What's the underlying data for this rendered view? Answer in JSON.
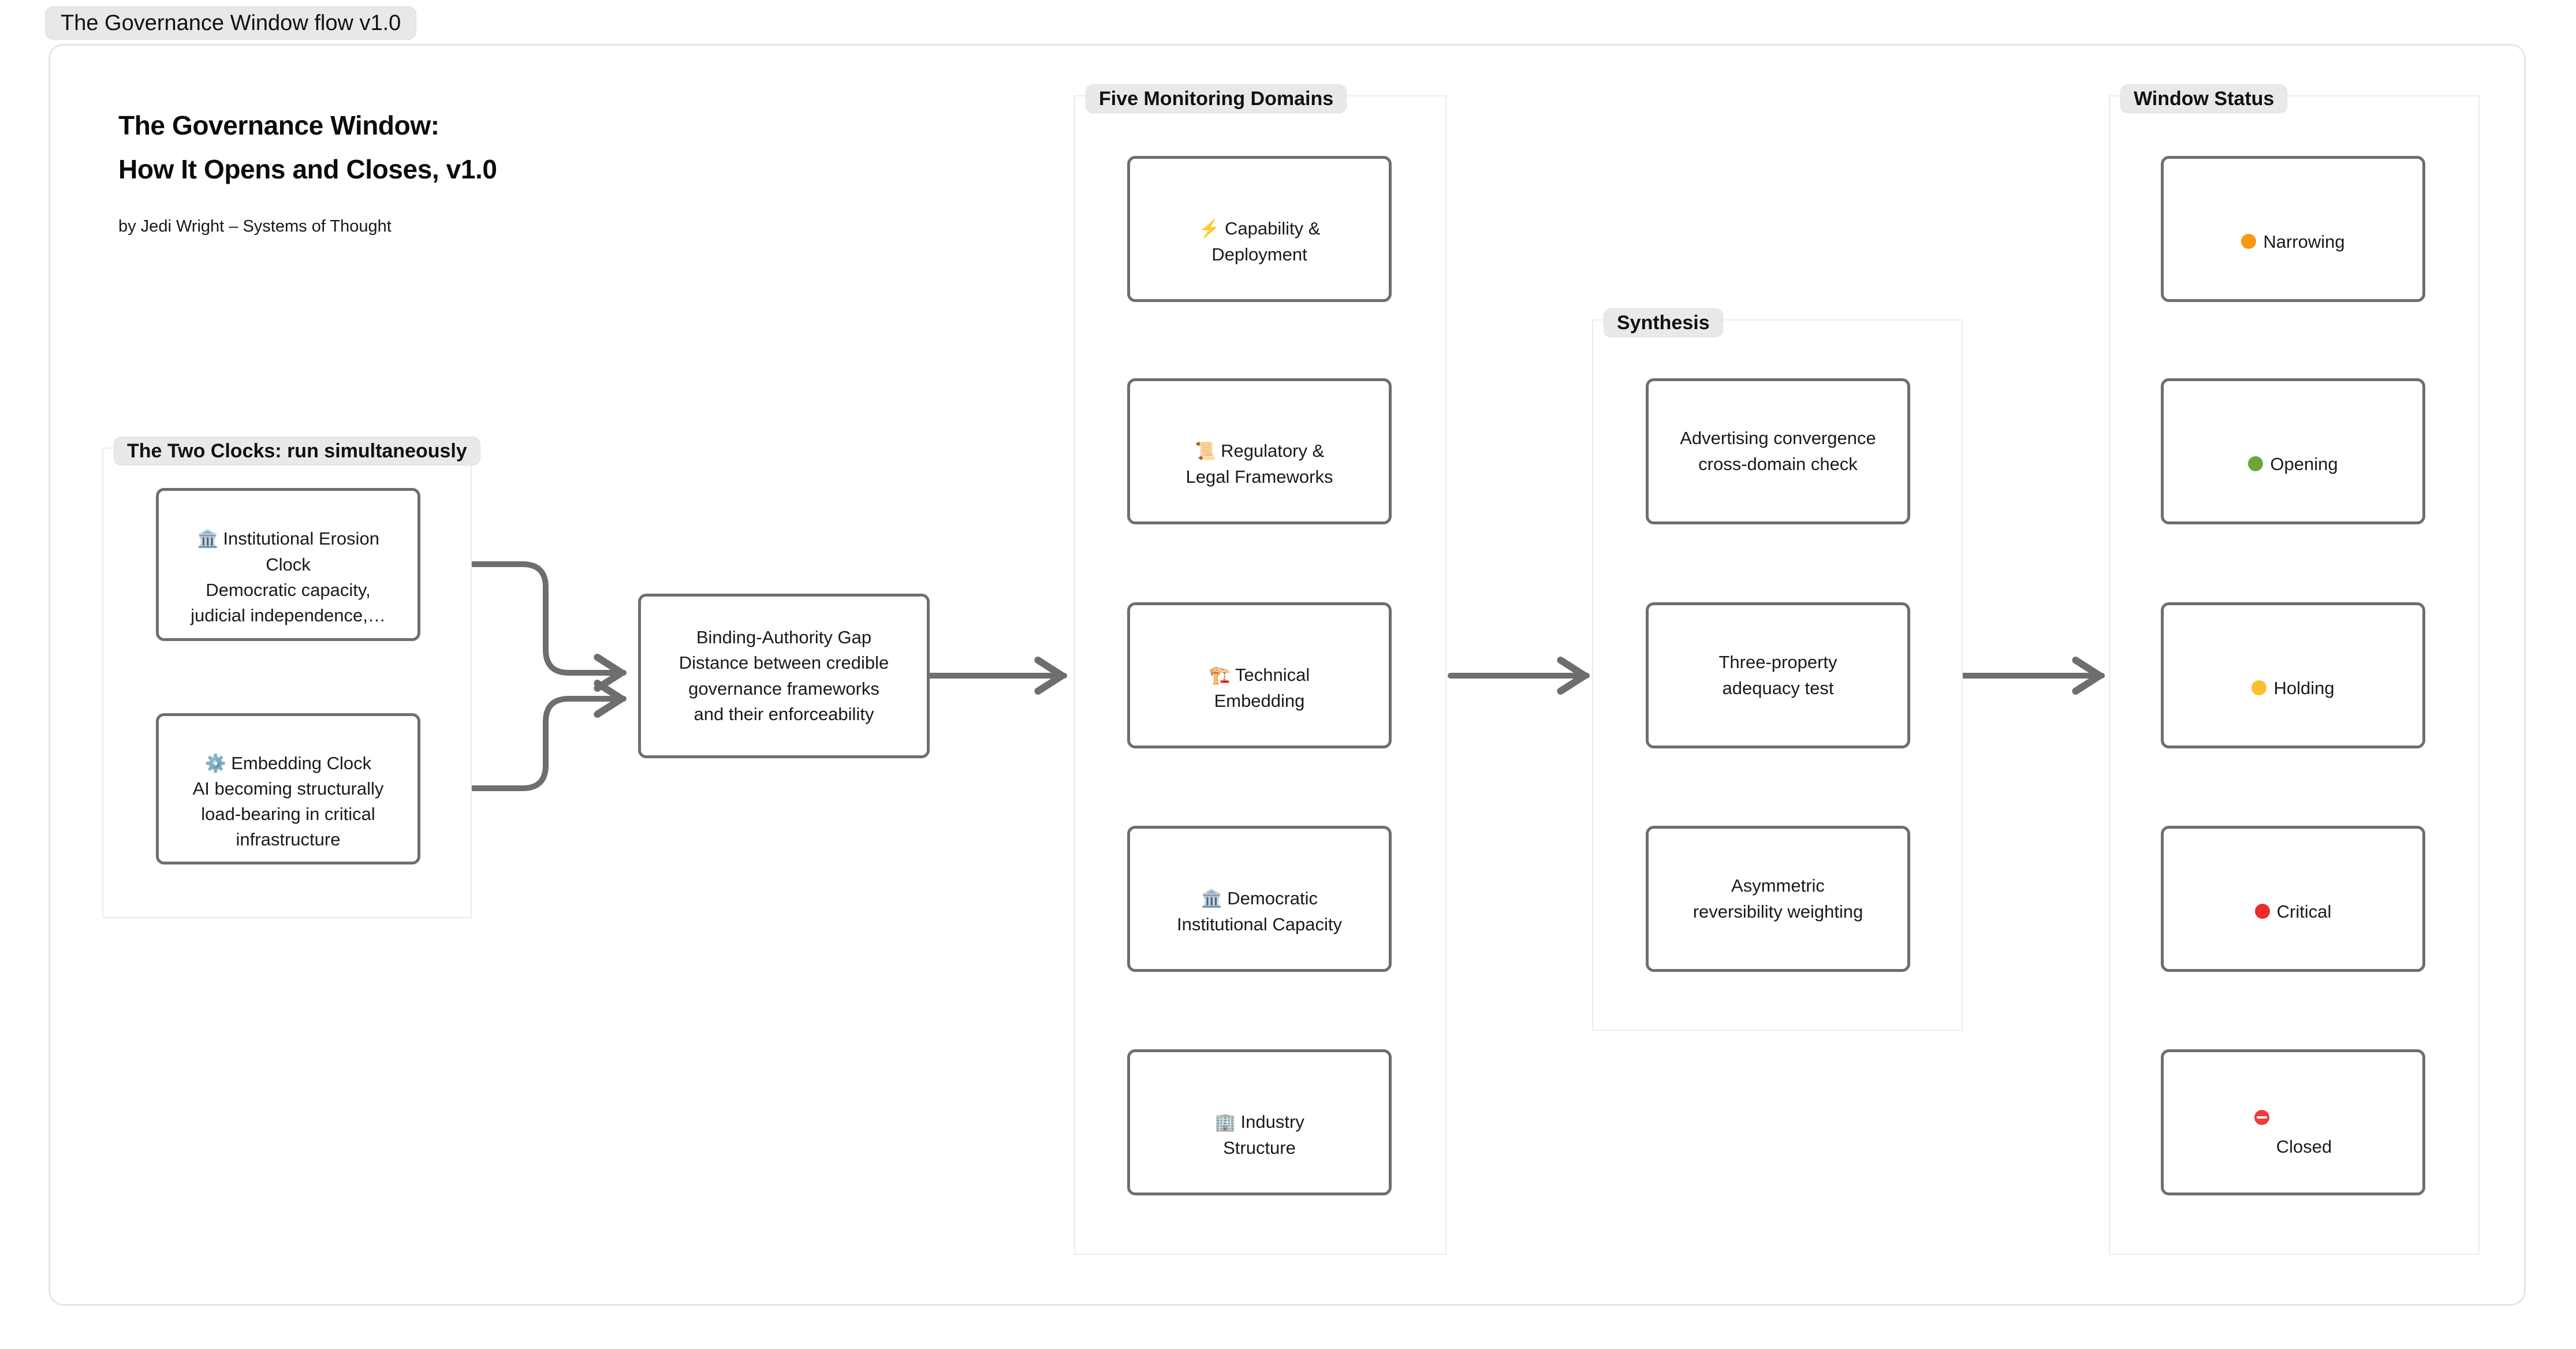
{
  "document": {
    "chip_label": "The Governance Window flow v1.0"
  },
  "heading": {
    "title_line1": "The Governance Window:",
    "title_line2": "How It Opens and Closes, v1.0",
    "byline": "by Jedi Wright – Systems of Thought"
  },
  "clocks_group": {
    "label": "The Two Clocks: run simultaneously",
    "nodes": [
      {
        "id": "institutional-erosion-clock",
        "emoji": "🏛️",
        "emoji_name": "classical-building-icon",
        "text": "Institutional Erosion\nClock\nDemocratic capacity,\njudicial independence,…"
      },
      {
        "id": "embedding-clock",
        "emoji": "⚙️",
        "emoji_name": "gear-icon",
        "text": "Embedding Clock\nAI becoming structurally\nload-bearing in critical\ninfrastructure"
      }
    ]
  },
  "gap_node": {
    "id": "binding-authority-gap",
    "text": "Binding-Authority Gap\nDistance between credible\ngovernance frameworks\nand their enforceability"
  },
  "monitoring_group": {
    "label": "Five Monitoring Domains",
    "nodes": [
      {
        "id": "capability-deployment",
        "emoji": "⚡",
        "emoji_name": "lightning-bolt-icon",
        "text": "Capability &\nDeployment"
      },
      {
        "id": "regulatory-legal-frameworks",
        "emoji": "📜",
        "emoji_name": "scroll-icon",
        "text": "Regulatory &\nLegal Frameworks"
      },
      {
        "id": "technical-embedding",
        "emoji": "🏗️",
        "emoji_name": "construction-crane-icon",
        "text": "Technical\nEmbedding"
      },
      {
        "id": "democratic-institutional-capacity",
        "emoji": "🏛️",
        "emoji_name": "classical-building-icon",
        "text": "Democratic\nInstitutional Capacity"
      },
      {
        "id": "industry-structure",
        "emoji": "🏢",
        "emoji_name": "office-building-icon",
        "text": "Industry\nStructure"
      }
    ]
  },
  "synthesis_group": {
    "label": "Synthesis",
    "nodes": [
      {
        "id": "advertising-convergence",
        "text": "Advertising convergence\ncross-domain check"
      },
      {
        "id": "three-property-adequacy-test",
        "text": "Three-property\nadequacy test"
      },
      {
        "id": "asymmetric-reversibility-weighting",
        "text": "Asymmetric\nreversibility weighting"
      }
    ]
  },
  "status_group": {
    "label": "Window Status",
    "nodes": [
      {
        "id": "status-narrowing",
        "label": "Narrowing",
        "color": "#f79a0c",
        "emoji_name": "orange-circle-icon"
      },
      {
        "id": "status-opening",
        "label": "Opening",
        "color": "#6aa637",
        "emoji_name": "green-circle-icon"
      },
      {
        "id": "status-holding",
        "label": "Holding",
        "color": "#fbc02d",
        "emoji_name": "yellow-circle-icon"
      },
      {
        "id": "status-critical",
        "label": "Critical",
        "color": "#ee2a2a",
        "emoji_name": "red-circle-icon"
      },
      {
        "id": "status-closed",
        "label": "Closed",
        "color": "#ee3b3b",
        "emoji_name": "no-entry-icon"
      }
    ]
  },
  "colors": {
    "edge": "#6e6e6e",
    "node_border": "#6e6e6e",
    "group_border": "#ececec",
    "chip_bg": "#e9e9e9"
  }
}
